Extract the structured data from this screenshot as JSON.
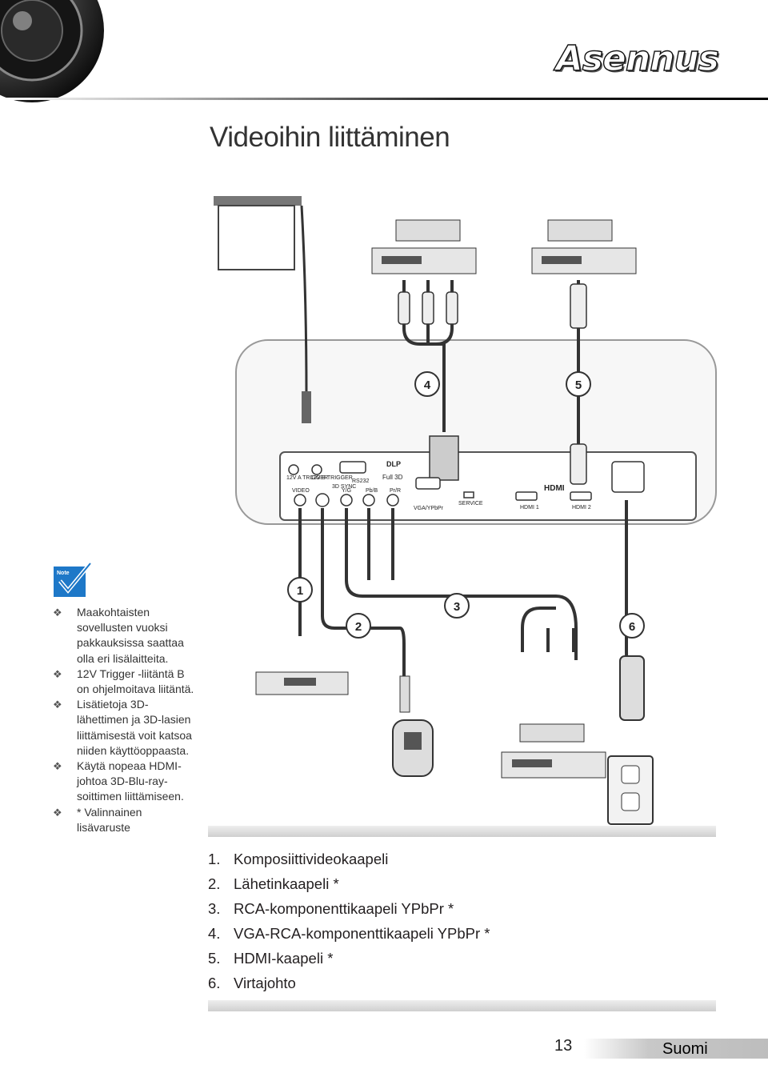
{
  "header": {
    "section": "Asennus",
    "title": "Videoihin liittäminen"
  },
  "note": {
    "badge_label": "Note"
  },
  "notes": [
    "Maakohtaisten sovellusten vuoksi pakkauksissa saattaa olla eri lisälaitteita.",
    "12V Trigger -liitäntä B on ohjelmoitava liitäntä.",
    "Lisätietoja 3D-lähettimen ja 3D-lasien liittämisestä voit katsoa niiden käyttöoppaasta.",
    "Käytä nopeaa HDMI-johtoa 3D-Blu-ray-soittimen liittämiseen.",
    "* Valinnainen lisävaruste"
  ],
  "diagram": {
    "callouts": [
      "1",
      "2",
      "3",
      "4",
      "5",
      "6"
    ],
    "panel_labels": {
      "trigger_a": "12V A TRIGGER",
      "trigger_b": "12V B TRIGGER",
      "sync": "3D SYNC",
      "rs232": "RS232",
      "video": "VIDEO",
      "yg": "Y/G",
      "pbb": "Pb/B",
      "prr": "Pr/R",
      "vga": "VGA/YPbPr",
      "service": "SERVICE",
      "hdmi1": "HDMI 1",
      "hdmi2": "HDMI 2",
      "hdmi_logo": "HDMI",
      "dlp": "DLP",
      "full3d": "Full 3D"
    }
  },
  "legend": [
    {
      "num": "1.",
      "text": "Komposiittivideokaapeli"
    },
    {
      "num": "2.",
      "text": "Lähetinkaapeli *"
    },
    {
      "num": "3.",
      "text": "RCA-komponenttikaapeli YPbPr *"
    },
    {
      "num": "4.",
      "text": "VGA-RCA-komponenttikaapeli YPbPr *"
    },
    {
      "num": "5.",
      "text": "HDMI-kaapeli *"
    },
    {
      "num": "6.",
      "text": "Virtajohto"
    }
  ],
  "footer": {
    "page_number": "13",
    "language": "Suomi"
  },
  "colors": {
    "accent": "#1e78c8",
    "text": "#231f20",
    "cable": "#333333"
  }
}
